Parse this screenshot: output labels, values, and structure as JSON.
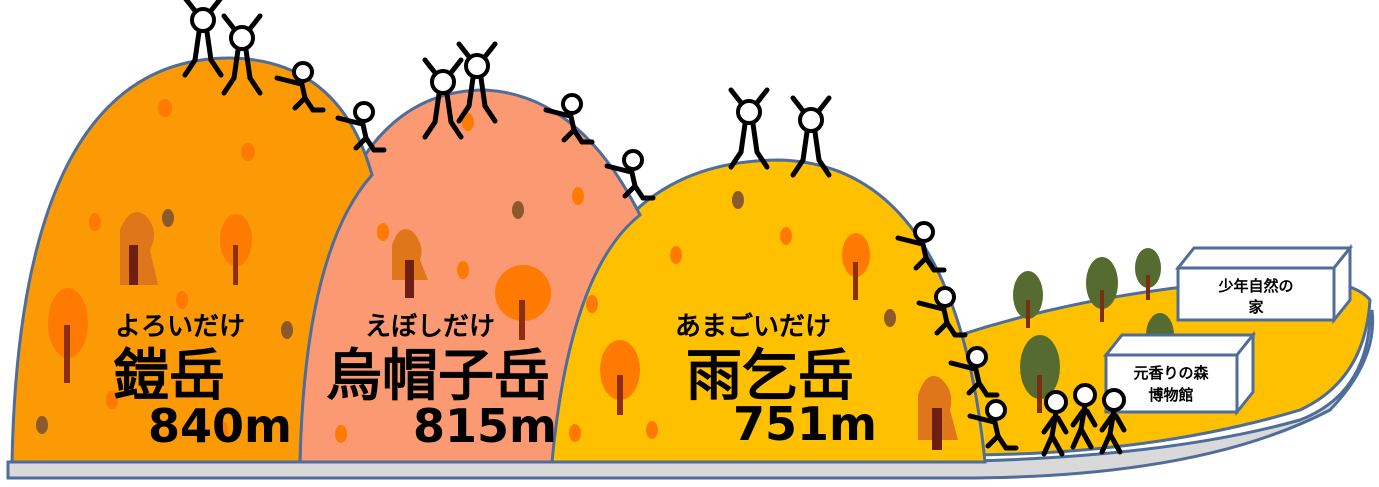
{
  "colors": {
    "road": "#d9d9d9",
    "outline": "#4f6d9a",
    "hill_yoroi": "#fb9a05",
    "hill_eboshi": "#fb9973",
    "hill_amagoi": "#ffc000",
    "slope_hiking": "#ffc000",
    "tree_crown": "#556b2f",
    "tree_trunk": "#7a2e12",
    "dot_orange": "#ff7a00",
    "dot_brown": "#8b5a2b"
  },
  "mountains": [
    {
      "reading": "よろいだけ",
      "name": "鎧岳",
      "elevation": "840m"
    },
    {
      "reading": "えぼしだけ",
      "name": "烏帽子岳",
      "elevation": "815m"
    },
    {
      "reading": "あまごいだけ",
      "name": "雨乞岳",
      "elevation": "751m"
    }
  ],
  "facilities": [
    {
      "line1": "少年自然の",
      "line2": "家"
    },
    {
      "line1": "元香りの森",
      "line2": "博物館"
    }
  ],
  "icons": [
    "hiker-figure-icon",
    "cheering-figure-icon",
    "tree-icon",
    "building-icon"
  ]
}
